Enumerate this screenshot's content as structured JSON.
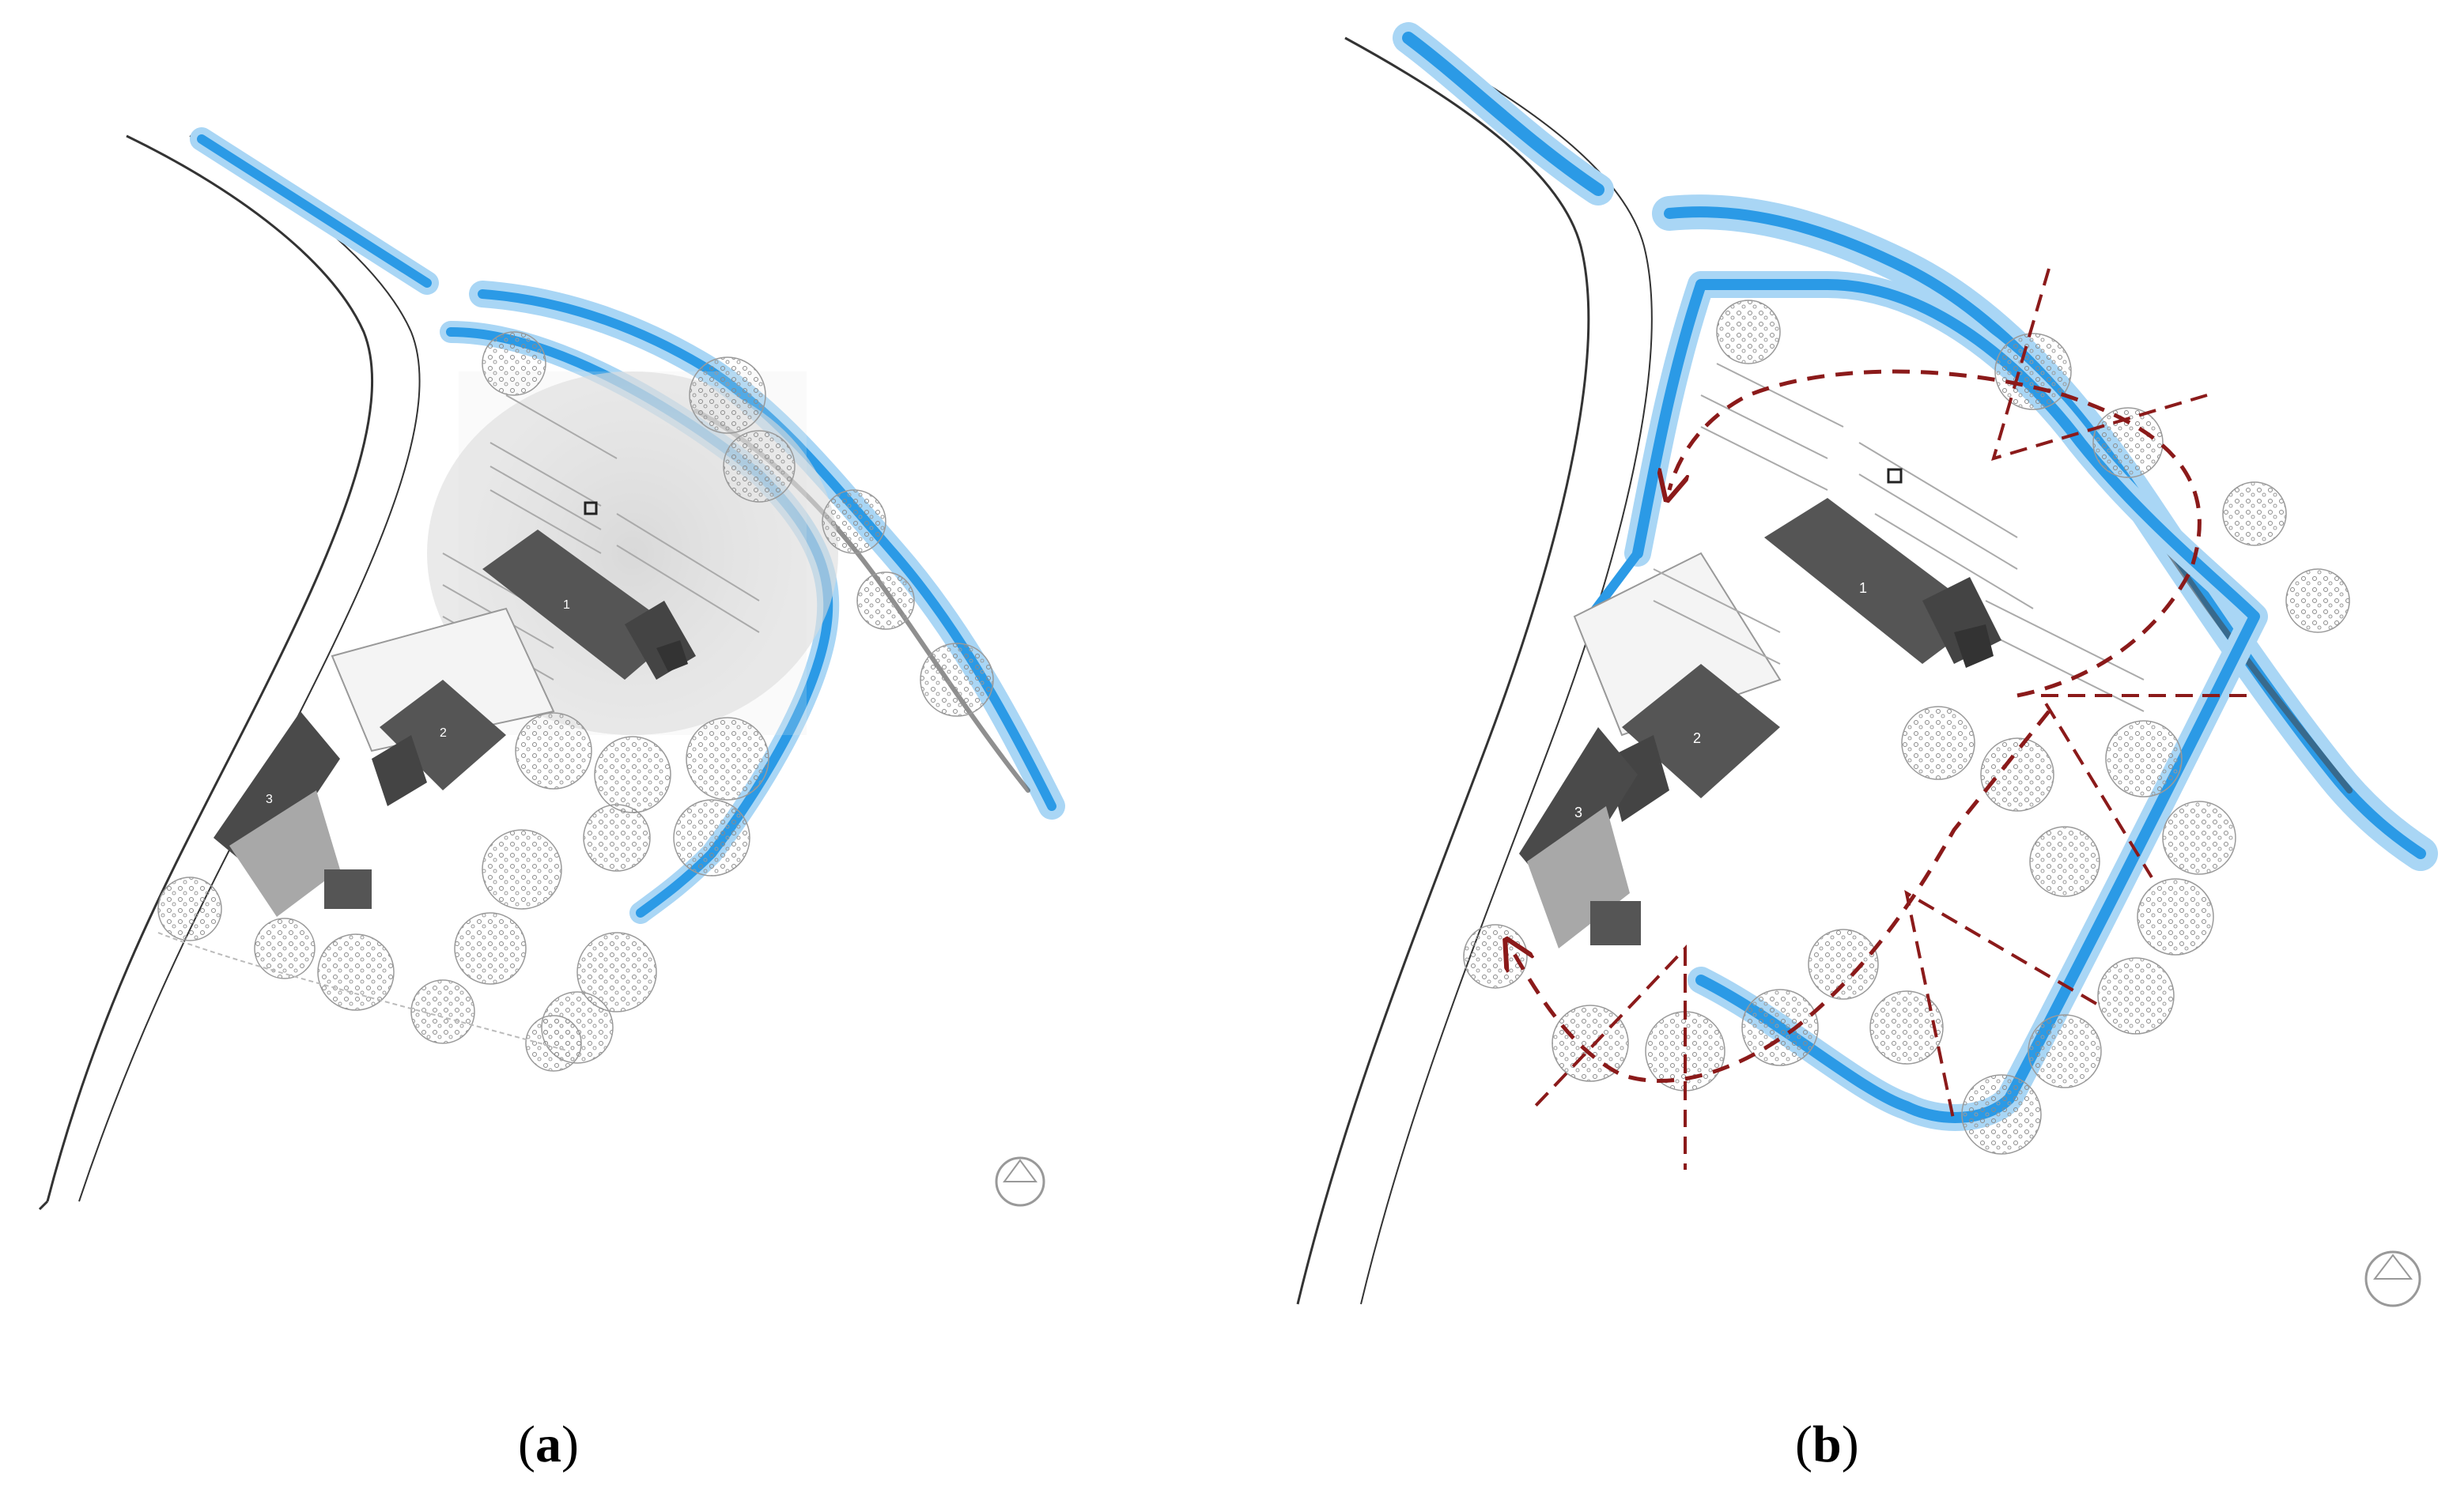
{
  "figure": {
    "panels": [
      {
        "id": "a",
        "caption_label": "a",
        "caption_open": "(",
        "caption_close": ")"
      },
      {
        "id": "b",
        "caption_label": "b",
        "caption_open": "(",
        "caption_close": ")"
      }
    ],
    "building_numbers": [
      "1",
      "2",
      "3"
    ]
  },
  "colors": {
    "water": "#2b9ae6",
    "water_light": "#a9d6f5",
    "road": "#333333",
    "building_dark": "#4a4a4a",
    "building_mid": "#6c6c6c",
    "building_light": "#a8a8a8",
    "tree": "#8a8a8a",
    "path_arrow": "#8b1a1a"
  },
  "icons": [
    "north-compass-icon",
    "tree-icon",
    "path-arrow-icon",
    "sight-line-icon"
  ]
}
